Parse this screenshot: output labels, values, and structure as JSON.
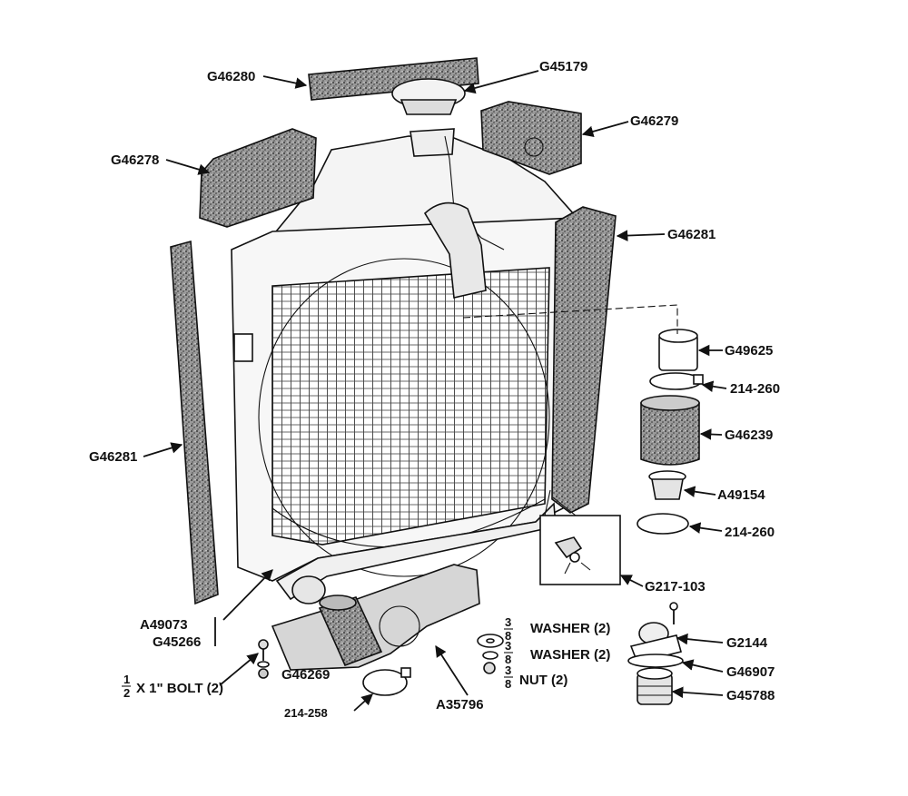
{
  "diagram": {
    "colors": {
      "ink": "#111111",
      "paper": "#ffffff",
      "foam": "#8a8a8a",
      "metal": "#f2f2f2"
    },
    "labels": {
      "g46280": "G46280",
      "g45179": "G45179",
      "g46279": "G46279",
      "g46278": "G46278",
      "g46281_right": "G46281",
      "g46281_left": "G46281",
      "g49625": "G49625",
      "p214_260_a": "214-260",
      "g46239": "G46239",
      "a49154": "A49154",
      "p214_260_b": "214-260",
      "g217_103": "G217-103",
      "a49073": "A49073",
      "g45266": "G45266",
      "washer1_frac_num": "3",
      "washer1_frac_den": "8",
      "washer1": "WASHER (2)",
      "washer2_frac_num": "3",
      "washer2_frac_den": "8",
      "washer2": "WASHER (2)",
      "nut_frac_num": "3",
      "nut_frac_den": "8",
      "nut": "NUT (2)",
      "g2144": "G2144",
      "g46907": "G46907",
      "g45788": "G45788",
      "g46269": "G46269",
      "bolt_frac_num": "1",
      "bolt_frac_den": "2",
      "bolt": "X 1\" BOLT (2)",
      "a35796": "A35796",
      "p214_258": "214-258"
    }
  }
}
